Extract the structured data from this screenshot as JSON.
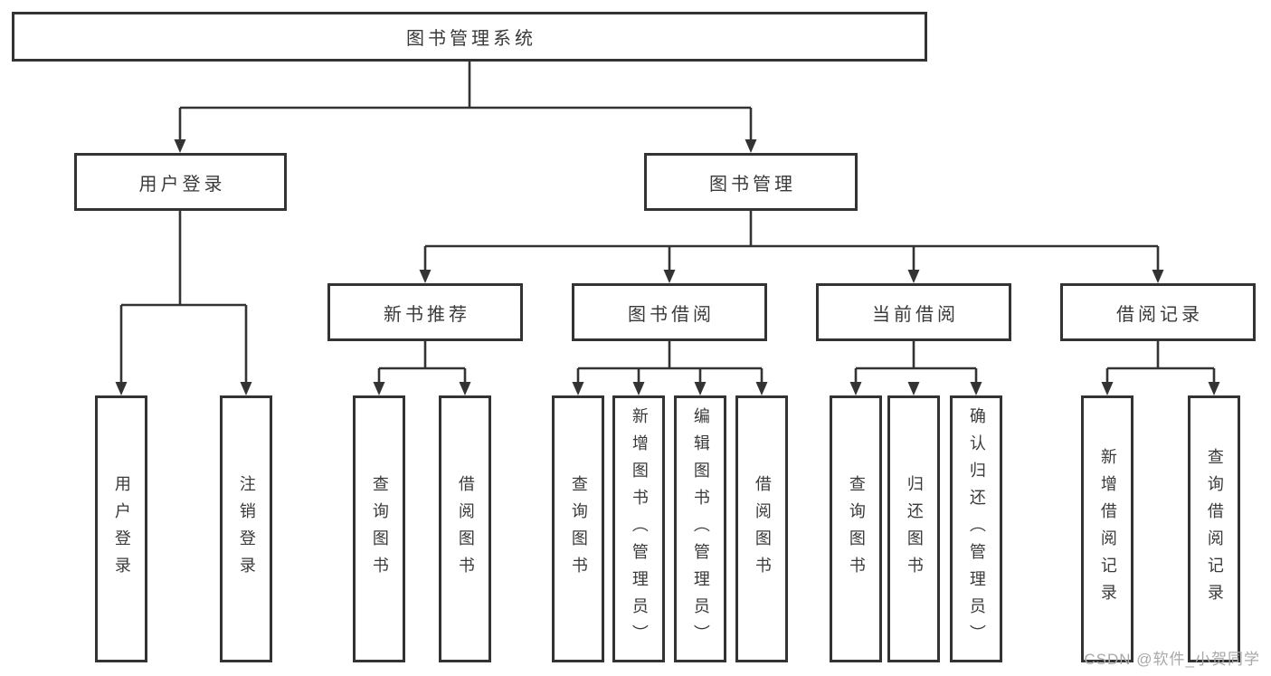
{
  "colors": {
    "line": "#333333",
    "text": "#3a3a3a",
    "watermark": "#a8a8a8",
    "background": "#ffffff"
  },
  "nodes": {
    "root": {
      "label": "图书管理系统"
    },
    "user_login": {
      "label": "用户登录"
    },
    "book_mgmt": {
      "label": "图书管理"
    },
    "new_book_rec": {
      "label": "新书推荐"
    },
    "book_borrow": {
      "label": "图书借阅"
    },
    "current_borrow": {
      "label": "当前借阅"
    },
    "borrow_records": {
      "label": "借阅记录"
    },
    "leaf_user_login": {
      "label": "用户登录"
    },
    "leaf_logout": {
      "label": "注销登录"
    },
    "leaf_nbr_query_book": {
      "label": "查询图书"
    },
    "leaf_nbr_borrow_book": {
      "label": "借阅图书"
    },
    "leaf_bb_query_book": {
      "label": "查询图书"
    },
    "leaf_bb_add_book": {
      "label": "新增图书（管理员）"
    },
    "leaf_bb_edit_book": {
      "label": "编辑图书（管理员）"
    },
    "leaf_bb_borrow_book": {
      "label": "借阅图书"
    },
    "leaf_cb_query_book": {
      "label": "查询图书"
    },
    "leaf_cb_return_book": {
      "label": "归还图书"
    },
    "leaf_cb_confirm_return": {
      "label": "确认归还（管理员）"
    },
    "leaf_br_add_record": {
      "label": "新增借阅记录"
    },
    "leaf_br_query_record": {
      "label": "查询借阅记录"
    }
  },
  "hierarchy": {
    "图书管理系统": {
      "用户登录": [
        "用户登录",
        "注销登录"
      ],
      "图书管理": {
        "新书推荐": [
          "查询图书",
          "借阅图书"
        ],
        "图书借阅": [
          "查询图书",
          "新增图书（管理员）",
          "编辑图书（管理员）",
          "借阅图书"
        ],
        "当前借阅": [
          "查询图书",
          "归还图书",
          "确认归还（管理员）"
        ],
        "借阅记录": [
          "新增借阅记录",
          "查询借阅记录"
        ]
      }
    }
  },
  "watermark": {
    "text": "CSDN @软件_小贺同学"
  }
}
